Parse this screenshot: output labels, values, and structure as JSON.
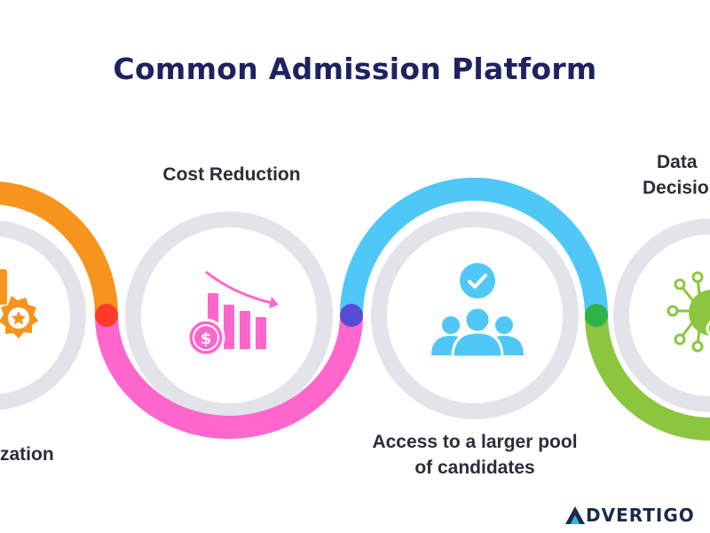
{
  "title": "Common Admission Platform",
  "labels": {
    "item1_tail": "zation",
    "item2": "Cost Reduction",
    "item3_line1": "Access to a larger pool",
    "item3_line2": "of candidates",
    "item4_line1": "Data",
    "item4_line2": "Decisio"
  },
  "brand": {
    "name": "DVERTIGO"
  },
  "colors": {
    "title": "#1e2260",
    "orange": "#f7941d",
    "pink": "#ff66cc",
    "blue": "#4fc8f7",
    "green": "#8cc63f",
    "ring": "#e3e3ea",
    "dot_red": "#ff3a2a",
    "dot_purple": "#5a4bd6",
    "dot_green": "#2db34a"
  },
  "icons": [
    "award-badge-icon",
    "cost-reduction-chart-icon",
    "candidates-group-icon",
    "data-network-icon"
  ]
}
